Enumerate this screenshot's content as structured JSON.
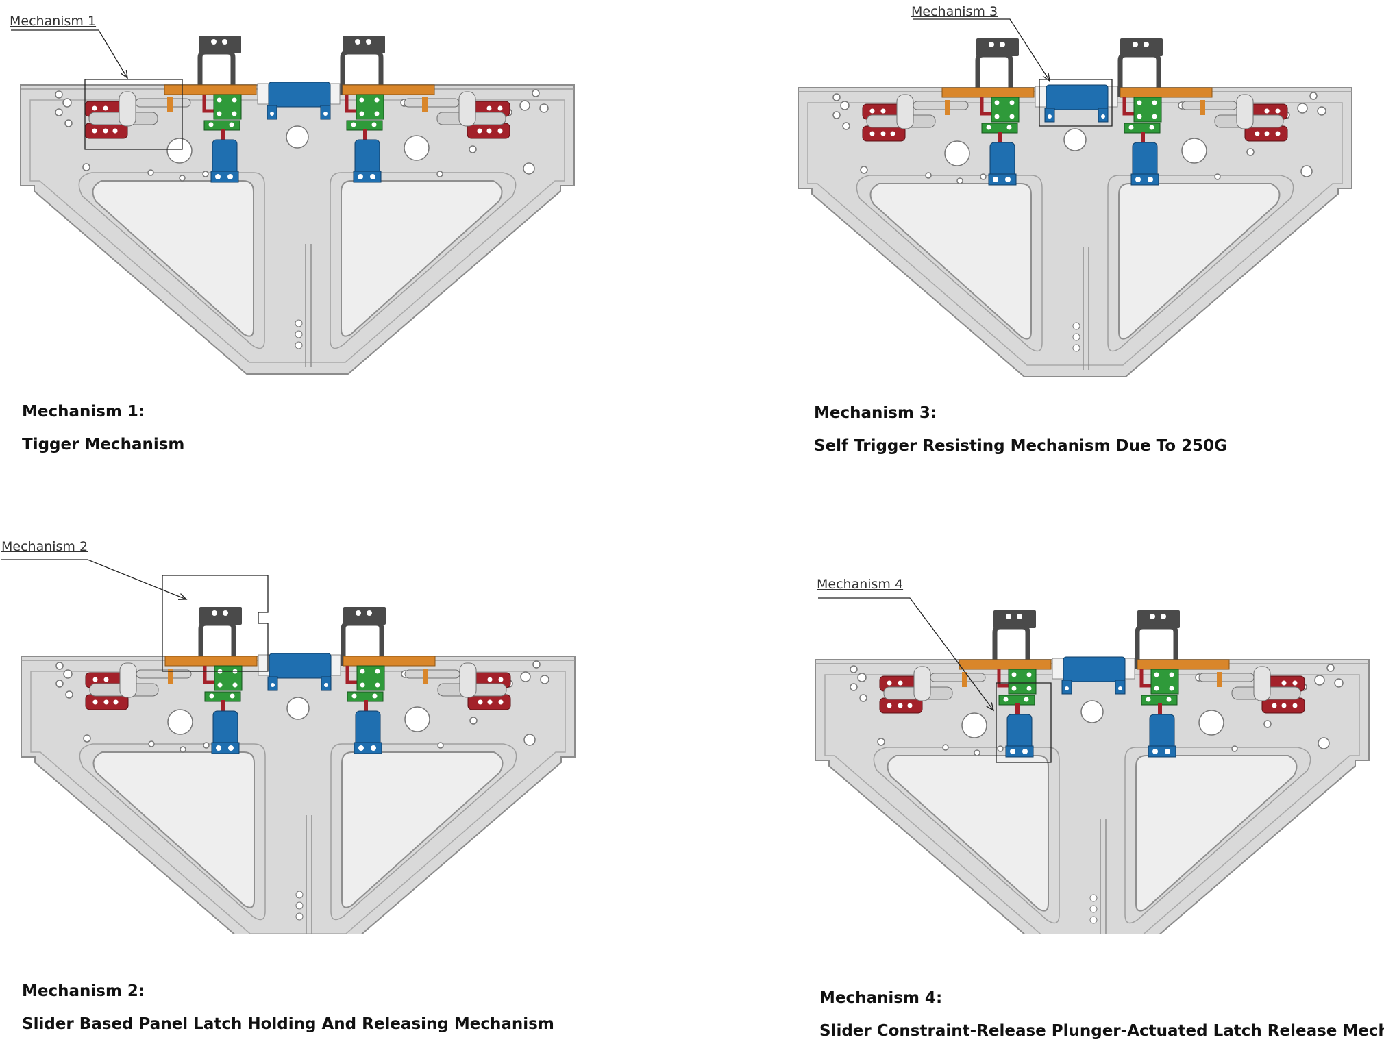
{
  "panels": [
    {
      "callout": "Mechanism 1",
      "title": "Mechanism 1:",
      "subtitle": "Tigger Mechanism"
    },
    {
      "callout": "Mechanism 3",
      "title": "Mechanism 3:",
      "subtitle": "Self Trigger Resisting Mechanism Due To 250G"
    },
    {
      "callout": "Mechanism 2",
      "title": "Mechanism 2:",
      "subtitle": "Slider Based Panel Latch Holding And Releasing Mechanism"
    },
    {
      "callout": "Mechanism 4",
      "title": "Mechanism 4:",
      "subtitle": "Slider Constraint-Release Plunger-Actuated Latch Release Mechanism"
    }
  ],
  "colors": {
    "plate": "#d9d9d9",
    "plate_edge": "#8c8c8c",
    "slider": "#d9862a",
    "solenoid": "#1f6fb0",
    "latch": "#a3212a",
    "bracket": "#2f9a3a",
    "handle": "#4a4a4a"
  }
}
